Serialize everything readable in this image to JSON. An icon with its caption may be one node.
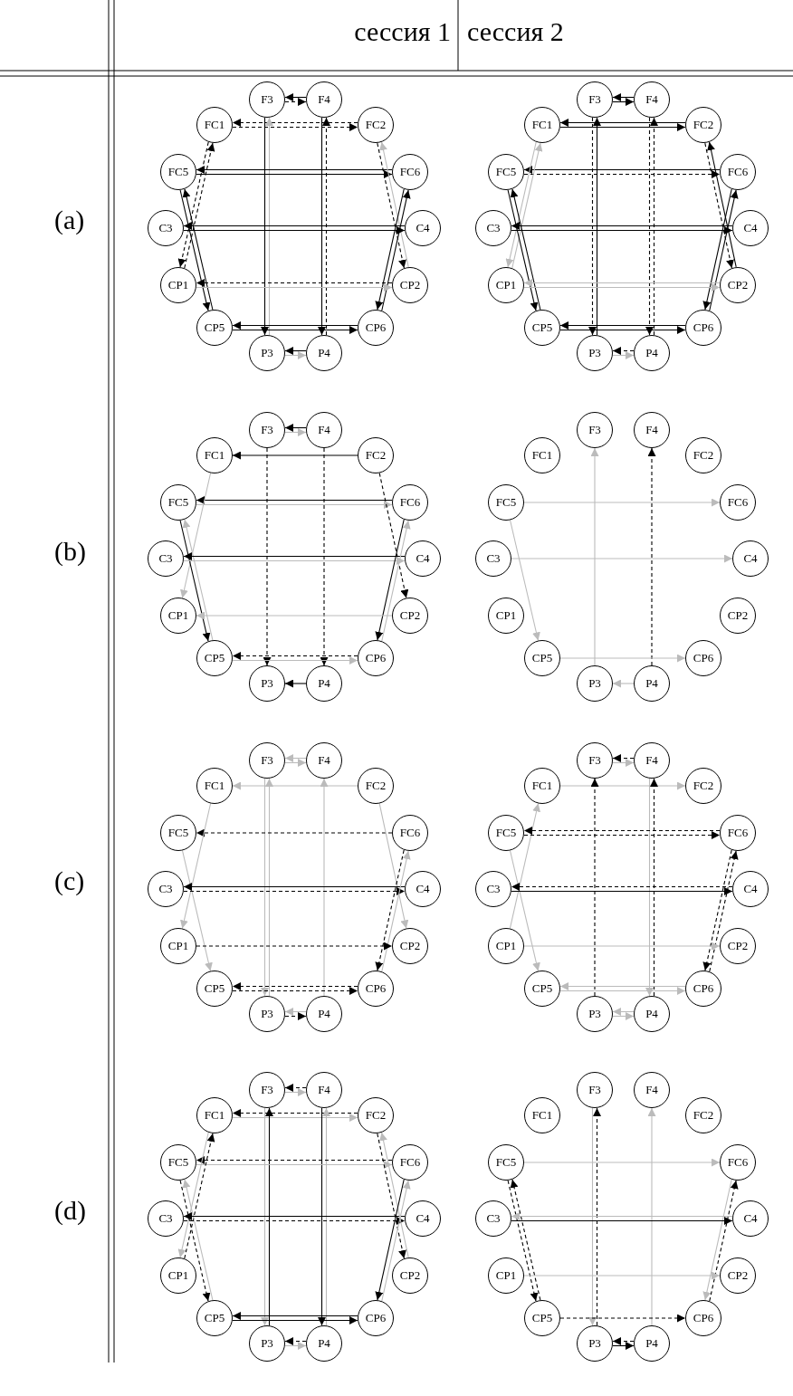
{
  "diagram": {
    "nodes": [
      {
        "text": [
          "F3"
        ]
      },
      {
        "text": [
          "F4"
        ]
      },
      {
        "text": [
          "FC1"
        ]
      },
      {
        "text": [
          "FC2"
        ]
      },
      {
        "text": [
          "FC5"
        ]
      },
      {
        "text": [
          "FC6"
        ]
      },
      {
        "text": [
          "C3"
        ]
      },
      {
        "text": [
          "C4"
        ]
      },
      {
        "text": [
          "CP1"
        ]
      },
      {
        "text": [
          "CP2"
        ]
      },
      {
        "text": [
          "CP5"
        ]
      },
      {
        "text": [
          "CP6"
        ]
      },
      {
        "text": [
          "P3"
        ]
      },
      {
        "text": [
          "P4"
        ]
      },
      {
        "text": [
          "F3"
        ]
      },
      {
        "text": [
          "F4"
        ]
      },
      {
        "text": [
          "FC1"
        ]
      },
      {
        "text": [
          "FC2"
        ]
      },
      {
        "text": [
          "FC5"
        ]
      },
      {
        "text": [
          "FC6"
        ]
      },
      {
        "text": [
          "C3"
        ]
      },
      {
        "text": [
          "C4"
        ]
      },
      {
        "text": [
          "CP1"
        ]
      },
      {
        "text": [
          "CP2"
        ]
      },
      {
        "text": [
          "CP5"
        ]
      },
      {
        "text": [
          "CP6"
        ]
      },
      {
        "text": [
          "P3"
        ]
      },
      {
        "text": [
          "P4"
        ]
      },
      {
        "text": [
          "F3"
        ]
      },
      {
        "text": [
          "F4"
        ]
      },
      {
        "text": [
          "FC1"
        ]
      },
      {
        "text": [
          "FC2"
        ]
      },
      {
        "text": [
          "FC5"
        ]
      },
      {
        "text": [
          "FC6"
        ]
      },
      {
        "text": [
          "C3"
        ]
      },
      {
        "text": [
          "C4"
        ]
      },
      {
        "text": [
          "CP1"
        ]
      },
      {
        "text": [
          "CP2"
        ]
      },
      {
        "text": [
          "CP5"
        ]
      },
      {
        "text": [
          "CP6"
        ]
      },
      {
        "text": [
          "P3"
        ]
      },
      {
        "text": [
          "P4"
        ]
      },
      {
        "text": [
          "F3"
        ]
      },
      {
        "text": [
          "F4"
        ]
      },
      {
        "text": [
          "FC1"
        ]
      },
      {
        "text": [
          "FC2"
        ]
      },
      {
        "text": [
          "FC5"
        ]
      },
      {
        "text": [
          "FC6"
        ]
      },
      {
        "text": [
          "C3"
        ]
      },
      {
        "text": [
          "C4"
        ]
      },
      {
        "text": [
          "CP1"
        ]
      },
      {
        "text": [
          "CP2"
        ]
      },
      {
        "text": [
          "CP5"
        ]
      },
      {
        "text": [
          "CP6"
        ]
      },
      {
        "text": [
          "P3"
        ]
      },
      {
        "text": [
          "P4"
        ]
      },
      {
        "text": [
          "F3"
        ]
      },
      {
        "text": [
          "F4"
        ]
      },
      {
        "text": [
          "FC1"
        ]
      },
      {
        "text": [
          "FC2"
        ]
      },
      {
        "text": [
          "FC5"
        ]
      },
      {
        "text": [
          "FC6"
        ]
      },
      {
        "text": [
          "C3"
        ]
      },
      {
        "text": [
          "C4"
        ]
      },
      {
        "text": [
          "CP1"
        ]
      },
      {
        "text": [
          "CP2"
        ]
      },
      {
        "text": [
          "CP5"
        ]
      },
      {
        "text": [
          "CP6"
        ]
      },
      {
        "text": [
          "P3"
        ]
      },
      {
        "text": [
          "P4"
        ]
      },
      {
        "text": [
          "F3"
        ]
      },
      {
        "text": [
          "F4"
        ]
      },
      {
        "text": [
          "FC1"
        ]
      },
      {
        "text": [
          "FC2"
        ]
      },
      {
        "text": [
          "FC5"
        ]
      },
      {
        "text": [
          "FC6"
        ]
      },
      {
        "text": [
          "C3"
        ]
      },
      {
        "text": [
          "C4"
        ]
      },
      {
        "text": [
          "CP1"
        ]
      },
      {
        "text": [
          "CP2"
        ]
      },
      {
        "text": [
          "CP5"
        ]
      },
      {
        "text": [
          "CP6"
        ]
      },
      {
        "text": [
          "P3"
        ]
      },
      {
        "text": [
          "P4"
        ]
      },
      {
        "text": [
          "F3"
        ]
      },
      {
        "text": [
          "F4"
        ]
      },
      {
        "text": [
          "FC1"
        ]
      },
      {
        "text": [
          "FC2"
        ]
      },
      {
        "text": [
          "FC5"
        ]
      },
      {
        "text": [
          "FC6"
        ]
      },
      {
        "text": [
          "C3"
        ]
      },
      {
        "text": [
          "C4"
        ]
      },
      {
        "text": [
          "CP1"
        ]
      },
      {
        "text": [
          "CP2"
        ]
      },
      {
        "text": [
          "CP5"
        ]
      },
      {
        "text": [
          "CP6"
        ]
      },
      {
        "text": [
          "P3"
        ]
      },
      {
        "text": [
          "P4"
        ]
      },
      {
        "text": [
          "F3"
        ]
      },
      {
        "text": [
          "F4"
        ]
      },
      {
        "text": [
          "FC1"
        ]
      },
      {
        "text": [
          "FC2"
        ]
      },
      {
        "text": [
          "FC5"
        ]
      },
      {
        "text": [
          "FC6"
        ]
      },
      {
        "text": [
          "C3"
        ]
      },
      {
        "text": [
          "C4"
        ]
      },
      {
        "text": [
          "CP1"
        ]
      },
      {
        "text": [
          "CP2"
        ]
      },
      {
        "text": [
          "CP5"
        ]
      },
      {
        "text": [
          "CP6"
        ]
      },
      {
        "text": [
          "P3"
        ]
      },
      {
        "text": [
          "P4"
        ]
      }
    ],
    "edges": [
      {
        "from": 0,
        "to": 1,
        "arrow": "to",
        "style": "dashed"
      },
      {
        "from": 1,
        "to": 0,
        "arrow": "to"
      },
      {
        "from": 2,
        "to": 3,
        "arrow": "to",
        "style": "dashed"
      },
      {
        "from": 3,
        "to": 2,
        "arrow": "to",
        "style": "dashed"
      },
      {
        "from": 12,
        "to": 0,
        "arrow": "to",
        "color": "#bbbbbb"
      },
      {
        "from": 0,
        "to": 12,
        "arrow": "to"
      },
      {
        "from": 13,
        "to": 1,
        "arrow": "to",
        "style": "dashed"
      },
      {
        "from": 1,
        "to": 13,
        "arrow": "to"
      },
      {
        "from": 4,
        "to": 5,
        "arrow": "to"
      },
      {
        "from": 5,
        "to": 4,
        "arrow": "to"
      },
      {
        "from": 3,
        "to": 9,
        "arrow": "to",
        "style": "dashed"
      },
      {
        "from": 9,
        "to": 3,
        "arrow": "to",
        "color": "#bbbbbb"
      },
      {
        "from": 2,
        "to": 8,
        "arrow": "to",
        "style": "dashed"
      },
      {
        "from": 8,
        "to": 2,
        "arrow": "to",
        "style": "dashed"
      },
      {
        "from": 4,
        "to": 10,
        "arrow": "to"
      },
      {
        "from": 10,
        "to": 4,
        "arrow": "to"
      },
      {
        "from": 6,
        "to": 7,
        "arrow": "to"
      },
      {
        "from": 7,
        "to": 6,
        "arrow": "to"
      },
      {
        "from": 5,
        "to": 11,
        "arrow": "to"
      },
      {
        "from": 11,
        "to": 5,
        "arrow": "to"
      },
      {
        "from": 8,
        "to": 9,
        "arrow": "to",
        "color": "#bbbbbb"
      },
      {
        "from": 9,
        "to": 8,
        "arrow": "to",
        "style": "dashed"
      },
      {
        "from": 10,
        "to": 11,
        "arrow": "to"
      },
      {
        "from": 11,
        "to": 10,
        "arrow": "to"
      },
      {
        "from": 12,
        "to": 13,
        "arrow": "to",
        "color": "#bbbbbb"
      },
      {
        "from": 13,
        "to": 12,
        "arrow": "to"
      },
      {
        "from": 14,
        "to": 15,
        "arrow": "to"
      },
      {
        "from": 15,
        "to": 14,
        "arrow": "to"
      },
      {
        "from": 16,
        "to": 17,
        "arrow": "to"
      },
      {
        "from": 17,
        "to": 16,
        "arrow": "to"
      },
      {
        "from": 26,
        "to": 14,
        "arrow": "to"
      },
      {
        "from": 14,
        "to": 26,
        "arrow": "to",
        "style": "dashed"
      },
      {
        "from": 27,
        "to": 15,
        "arrow": "to",
        "style": "dashed"
      },
      {
        "from": 15,
        "to": 27,
        "arrow": "to",
        "style": "dashed"
      },
      {
        "from": 18,
        "to": 19,
        "arrow": "to",
        "style": "dashed"
      },
      {
        "from": 19,
        "to": 18,
        "arrow": "to"
      },
      {
        "from": 16,
        "to": 22,
        "arrow": "to",
        "color": "#bbbbbb"
      },
      {
        "from": 22,
        "to": 16,
        "arrow": "to",
        "color": "#bbbbbb"
      },
      {
        "from": 18,
        "to": 24,
        "arrow": "to"
      },
      {
        "from": 24,
        "to": 18,
        "arrow": "to"
      },
      {
        "from": 20,
        "to": 21,
        "arrow": "to"
      },
      {
        "from": 21,
        "to": 20,
        "arrow": "to"
      },
      {
        "from": 17,
        "to": 23,
        "arrow": "to",
        "style": "dashed"
      },
      {
        "from": 23,
        "to": 17,
        "arrow": "to"
      },
      {
        "from": 19,
        "to": 25,
        "arrow": "to"
      },
      {
        "from": 25,
        "to": 19,
        "arrow": "to"
      },
      {
        "from": 22,
        "to": 23,
        "arrow": "to",
        "color": "#bbbbbb"
      },
      {
        "from": 23,
        "to": 22,
        "arrow": "to",
        "color": "#bbbbbb"
      },
      {
        "from": 24,
        "to": 25,
        "arrow": "to"
      },
      {
        "from": 25,
        "to": 24,
        "arrow": "to"
      },
      {
        "from": 26,
        "to": 27,
        "arrow": "to",
        "color": "#bbbbbb"
      },
      {
        "from": 27,
        "to": 26,
        "arrow": "to",
        "style": "dashed"
      },
      {
        "from": 28,
        "to": 29,
        "arrow": "to",
        "color": "#bbbbbb"
      },
      {
        "from": 29,
        "to": 28,
        "arrow": "to"
      },
      {
        "from": 31,
        "to": 30,
        "arrow": "to"
      },
      {
        "from": 28,
        "to": 40,
        "arrow": "to",
        "style": "dashed"
      },
      {
        "from": 29,
        "to": 41,
        "arrow": "to",
        "style": "dashed"
      },
      {
        "from": 32,
        "to": 33,
        "arrow": "to",
        "color": "#bbbbbb"
      },
      {
        "from": 33,
        "to": 32,
        "arrow": "to"
      },
      {
        "from": 30,
        "to": 36,
        "arrow": "to",
        "color": "#bbbbbb"
      },
      {
        "from": 31,
        "to": 37,
        "arrow": "to",
        "style": "dashed"
      },
      {
        "from": 38,
        "to": 32,
        "arrow": "to",
        "color": "#bbbbbb"
      },
      {
        "from": 32,
        "to": 38,
        "arrow": "to"
      },
      {
        "from": 34,
        "to": 35,
        "arrow": "to",
        "color": "#bbbbbb"
      },
      {
        "from": 35,
        "to": 34,
        "arrow": "to"
      },
      {
        "from": 39,
        "to": 33,
        "arrow": "to",
        "color": "#bbbbbb"
      },
      {
        "from": 33,
        "to": 39,
        "arrow": "to"
      },
      {
        "from": 37,
        "to": 36,
        "arrow": "to",
        "color": "#bbbbbb"
      },
      {
        "from": 38,
        "to": 39,
        "arrow": "to",
        "color": "#bbbbbb"
      },
      {
        "from": 39,
        "to": 38,
        "arrow": "to",
        "style": "dashed"
      },
      {
        "from": 41,
        "to": 40,
        "arrow": "to"
      },
      {
        "from": 54,
        "to": 42,
        "arrow": "to",
        "color": "#bbbbbb"
      },
      {
        "from": 55,
        "to": 43,
        "arrow": "to",
        "style": "dashed"
      },
      {
        "from": 46,
        "to": 47,
        "arrow": "to",
        "color": "#bbbbbb"
      },
      {
        "from": 46,
        "to": 52,
        "arrow": "to",
        "color": "#bbbbbb"
      },
      {
        "from": 48,
        "to": 49,
        "arrow": "to",
        "color": "#bbbbbb"
      },
      {
        "from": 52,
        "to": 53,
        "arrow": "to",
        "color": "#bbbbbb"
      },
      {
        "from": 55,
        "to": 54,
        "arrow": "to",
        "color": "#bbbbbb"
      },
      {
        "from": 56,
        "to": 57,
        "arrow": "to",
        "color": "#bbbbbb"
      },
      {
        "from": 57,
        "to": 56,
        "arrow": "to",
        "color": "#bbbbbb"
      },
      {
        "from": 59,
        "to": 58,
        "arrow": "to",
        "color": "#bbbbbb"
      },
      {
        "from": 68,
        "to": 56,
        "arrow": "to",
        "color": "#bbbbbb"
      },
      {
        "from": 56,
        "to": 68,
        "arrow": "to",
        "color": "#bbbbbb"
      },
      {
        "from": 69,
        "to": 57,
        "arrow": "to",
        "color": "#bbbbbb"
      },
      {
        "from": 61,
        "to": 60,
        "arrow": "to",
        "style": "dashed"
      },
      {
        "from": 58,
        "to": 64,
        "arrow": "to",
        "color": "#bbbbbb"
      },
      {
        "from": 59,
        "to": 65,
        "arrow": "to",
        "color": "#bbbbbb"
      },
      {
        "from": 60,
        "to": 66,
        "arrow": "to",
        "color": "#bbbbbb"
      },
      {
        "from": 62,
        "to": 63,
        "arrow": "to",
        "style": "dashed"
      },
      {
        "from": 63,
        "to": 62,
        "arrow": "to"
      },
      {
        "from": 61,
        "to": 67,
        "arrow": "to",
        "style": "dashed"
      },
      {
        "from": 67,
        "to": 61,
        "arrow": "to",
        "color": "#bbbbbb"
      },
      {
        "from": 64,
        "to": 65,
        "arrow": "to",
        "style": "dashed"
      },
      {
        "from": 66,
        "to": 67,
        "arrow": "to",
        "style": "dashed"
      },
      {
        "from": 67,
        "to": 66,
        "arrow": "to",
        "style": "dashed"
      },
      {
        "from": 68,
        "to": 69,
        "arrow": "to",
        "style": "dashed"
      },
      {
        "from": 69,
        "to": 68,
        "arrow": "to",
        "color": "#bbbbbb"
      },
      {
        "from": 70,
        "to": 71,
        "arrow": "to",
        "color": "#bbbbbb"
      },
      {
        "from": 71,
        "to": 70,
        "arrow": "to",
        "style": "dashed"
      },
      {
        "from": 72,
        "to": 73,
        "arrow": "to",
        "color": "#bbbbbb"
      },
      {
        "from": 82,
        "to": 70,
        "arrow": "to",
        "style": "dashed"
      },
      {
        "from": 83,
        "to": 71,
        "arrow": "to",
        "style": "dashed"
      },
      {
        "from": 71,
        "to": 83,
        "arrow": "to",
        "color": "#bbbbbb"
      },
      {
        "from": 78,
        "to": 72,
        "arrow": "to",
        "color": "#bbbbbb"
      },
      {
        "from": 74,
        "to": 75,
        "arrow": "to",
        "style": "dashed"
      },
      {
        "from": 75,
        "to": 74,
        "arrow": "to",
        "style": "dashed"
      },
      {
        "from": 74,
        "to": 80,
        "arrow": "to",
        "color": "#bbbbbb"
      },
      {
        "from": 76,
        "to": 77,
        "arrow": "to"
      },
      {
        "from": 77,
        "to": 76,
        "arrow": "to",
        "style": "dashed"
      },
      {
        "from": 81,
        "to": 75,
        "arrow": "to",
        "style": "dashed"
      },
      {
        "from": 75,
        "to": 81,
        "arrow": "to",
        "style": "dashed"
      },
      {
        "from": 78,
        "to": 79,
        "arrow": "to",
        "color": "#bbbbbb"
      },
      {
        "from": 80,
        "to": 81,
        "arrow": "to",
        "color": "#bbbbbb"
      },
      {
        "from": 81,
        "to": 80,
        "arrow": "to",
        "color": "#bbbbbb"
      },
      {
        "from": 82,
        "to": 83,
        "arrow": "to",
        "color": "#bbbbbb"
      },
      {
        "from": 83,
        "to": 82,
        "arrow": "to",
        "color": "#bbbbbb"
      },
      {
        "from": 84,
        "to": 85,
        "arrow": "to",
        "color": "#bbbbbb"
      },
      {
        "from": 85,
        "to": 84,
        "arrow": "to",
        "style": "dashed"
      },
      {
        "from": 86,
        "to": 87,
        "arrow": "to",
        "color": "#bbbbbb"
      },
      {
        "from": 87,
        "to": 86,
        "arrow": "to",
        "style": "dashed"
      },
      {
        "from": 96,
        "to": 84,
        "arrow": "to"
      },
      {
        "from": 84,
        "to": 96,
        "arrow": "to",
        "color": "#bbbbbb"
      },
      {
        "from": 85,
        "to": 97,
        "arrow": "to"
      },
      {
        "from": 97,
        "to": 85,
        "arrow": "to",
        "color": "#bbbbbb"
      },
      {
        "from": 88,
        "to": 89,
        "arrow": "to",
        "color": "#bbbbbb"
      },
      {
        "from": 89,
        "to": 88,
        "arrow": "to",
        "style": "dashed"
      },
      {
        "from": 92,
        "to": 86,
        "arrow": "to",
        "style": "dashed"
      },
      {
        "from": 86,
        "to": 92,
        "arrow": "to",
        "color": "#bbbbbb"
      },
      {
        "from": 88,
        "to": 94,
        "arrow": "to",
        "style": "dashed"
      },
      {
        "from": 94,
        "to": 88,
        "arrow": "to",
        "color": "#bbbbbb"
      },
      {
        "from": 90,
        "to": 91,
        "arrow": "to",
        "style": "dashed"
      },
      {
        "from": 91,
        "to": 90,
        "arrow": "to"
      },
      {
        "from": 87,
        "to": 93,
        "arrow": "to",
        "style": "dashed"
      },
      {
        "from": 93,
        "to": 87,
        "arrow": "to",
        "color": "#bbbbbb"
      },
      {
        "from": 95,
        "to": 89,
        "arrow": "to",
        "color": "#bbbbbb"
      },
      {
        "from": 89,
        "to": 95,
        "arrow": "to"
      },
      {
        "from": 94,
        "to": 95,
        "arrow": "to"
      },
      {
        "from": 95,
        "to": 94,
        "arrow": "to"
      },
      {
        "from": 96,
        "to": 97,
        "arrow": "to",
        "color": "#bbbbbb"
      },
      {
        "from": 97,
        "to": 96,
        "arrow": "to",
        "style": "dashed"
      },
      {
        "from": 110,
        "to": 98,
        "arrow": "to",
        "style": "dashed"
      },
      {
        "from": 98,
        "to": 110,
        "arrow": "to",
        "color": "#bbbbbb"
      },
      {
        "from": 111,
        "to": 99,
        "arrow": "to",
        "color": "#bbbbbb"
      },
      {
        "from": 102,
        "to": 103,
        "arrow": "to",
        "color": "#bbbbbb"
      },
      {
        "from": 108,
        "to": 102,
        "arrow": "to",
        "style": "dashed"
      },
      {
        "from": 102,
        "to": 108,
        "arrow": "to",
        "style": "dashed"
      },
      {
        "from": 109,
        "to": 103,
        "arrow": "to",
        "style": "dashed"
      },
      {
        "from": 103,
        "to": 109,
        "arrow": "to",
        "color": "#bbbbbb"
      },
      {
        "from": 104,
        "to": 105,
        "arrow": "to"
      },
      {
        "from": 105,
        "to": 104,
        "arrow": "to",
        "color": "#bbbbbb"
      },
      {
        "from": 106,
        "to": 107,
        "arrow": "to",
        "color": "#bbbbbb"
      },
      {
        "from": 108,
        "to": 109,
        "arrow": "to",
        "style": "dashed"
      },
      {
        "from": 110,
        "to": 111,
        "arrow": "to"
      },
      {
        "from": 111,
        "to": 110,
        "arrow": "to",
        "style": "dashed"
      }
    ],
    "labels": [
      "сессия 1",
      "сессия 2",
      "(a)",
      "(b)",
      "(c)",
      "(d)"
    ]
  }
}
